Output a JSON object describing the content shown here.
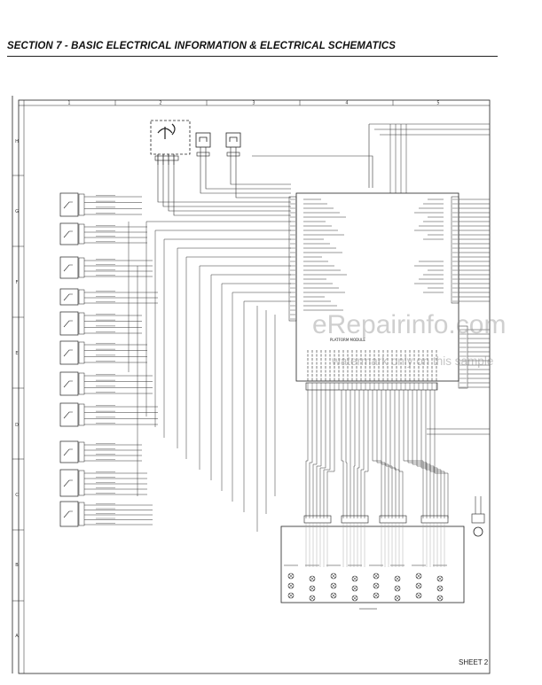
{
  "header": {
    "title": "SECTION 7 - BASIC ELECTRICAL INFORMATION & ELECTRICAL SCHEMATICS"
  },
  "schematic": {
    "column_markers": [
      "1",
      "2",
      "3",
      "4",
      "5"
    ],
    "row_markers": [
      "H",
      "G",
      "F",
      "E",
      "D",
      "C",
      "B",
      "A"
    ],
    "module_label": "PLATFORM MODULE"
  },
  "watermark": {
    "site": "eRepairinfo.com",
    "note": "watermark only on this sample"
  },
  "footer": {
    "sheet": "SHEET 2"
  }
}
